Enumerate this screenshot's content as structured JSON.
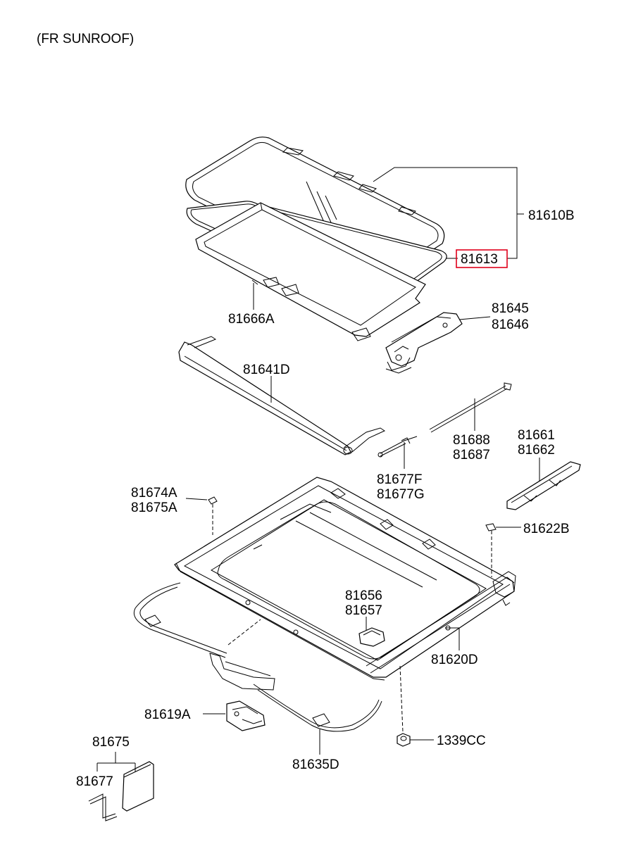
{
  "title": "(FR SUNROOF)",
  "highlight_color": "#e0001b",
  "parts": {
    "p81610B": "81610B",
    "p81613": "81613",
    "p81666A": "81666A",
    "p81645": "81645",
    "p81646": "81646",
    "p81641D": "81641D",
    "p81688": "81688",
    "p81687": "81687",
    "p81661": "81661",
    "p81662": "81662",
    "p81677F": "81677F",
    "p81677G": "81677G",
    "p81674A": "81674A",
    "p81675A": "81675A",
    "p81622B": "81622B",
    "p81656": "81656",
    "p81657": "81657",
    "p81620D": "81620D",
    "p81619A": "81619A",
    "p1339CC": "1339CC",
    "p81635D": "81635D",
    "p81675": "81675",
    "p81677": "81677"
  }
}
